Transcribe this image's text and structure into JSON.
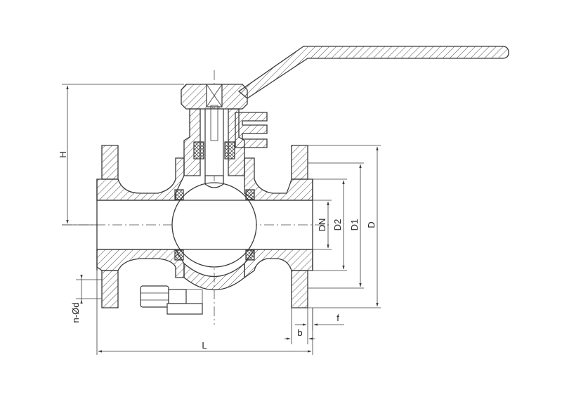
{
  "labels": {
    "H": "H",
    "DN": "DN",
    "D2": "D2",
    "D1": "D1",
    "D": "D",
    "f": "f",
    "b": "b",
    "L": "L",
    "nd": "n-Ød"
  },
  "colors": {
    "line": "#3a3a3a",
    "background": "#ffffff"
  }
}
